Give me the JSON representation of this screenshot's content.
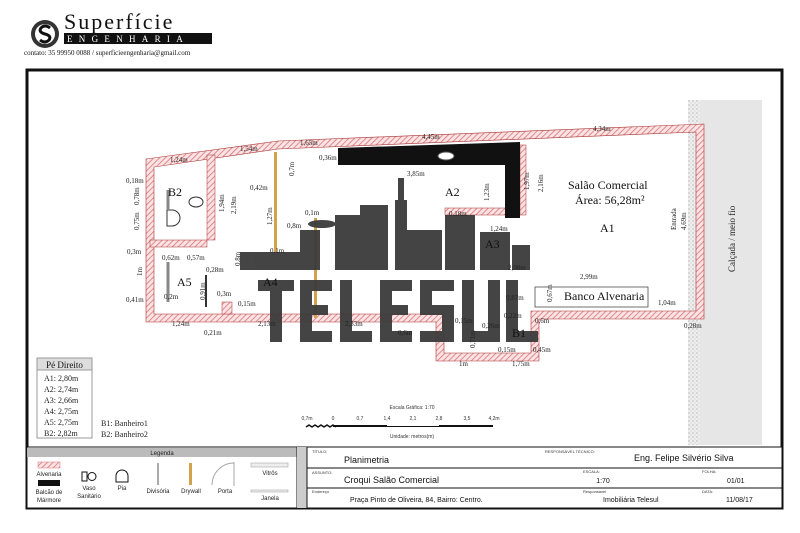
{
  "header": {
    "brand": "Superfície",
    "brand_sub": "ENGENHARIA",
    "contact": "contato: 35 99950 0088 / superficieengenharia@gmail.com"
  },
  "watermark": {
    "logo_text": "TELESUL"
  },
  "rooms": {
    "b2": "B2",
    "a2": "A2",
    "a5": "A5",
    "a4": "A4",
    "a3": "A3",
    "a1": "A1",
    "b1": "B1",
    "salao_title": "Salão Comercial",
    "salao_area": "Área: 56,28m²",
    "banco": "Banco Alvenaria",
    "calcada": "Calçada  /  meio fio",
    "entrada": "Entrada"
  },
  "dims": [
    "1,24m",
    "1,54m",
    "1,65m",
    "4,45m",
    "4,34m",
    "0,18m",
    "0,78m",
    "0,75m",
    "0,3m",
    "1m",
    "0,41m",
    "1,24m",
    "0,21m",
    "2,13m",
    "2,33m",
    "0,6m",
    "0,36m",
    "3,85m",
    "0,42m",
    "1,94m",
    "2,19m",
    "1,27m",
    "0,7m",
    "0,1m",
    "0,8m",
    "0,1m",
    "0,8m",
    "0,62m",
    "0,57m",
    "0,28m",
    "0,91m",
    "0,3m",
    "0,2m",
    "0,15m",
    "1,23m",
    "0,18m",
    "1,97m",
    "2,16m",
    "1,24m",
    "2,08m",
    "2,99m",
    "0,67m",
    "0,87m",
    "0,22m",
    "0,6m",
    "0,15m",
    "0,26m",
    "0,71m",
    "0,15m",
    "0,45m",
    "1m",
    "1,75m",
    "1,04m",
    "0,28m",
    "4,69m"
  ],
  "pe_direito": {
    "title": "Pé Direito",
    "items": [
      "A1: 2,80m",
      "A2: 2,74m",
      "A3: 2,66m",
      "A4: 2,75m",
      "A5: 2,75m",
      "B2: 2,82m"
    ]
  },
  "bathrooms": [
    "B1: Banheiro1",
    "B2: Banheiro2"
  ],
  "scale_bar": {
    "title": "Escala Gráfica: 1:70",
    "ticks": [
      "0,7m",
      "0",
      "0,7",
      "1,4",
      "2,1",
      "2,8",
      "3,5",
      "4,2m"
    ],
    "unit": "Unidade: metros(m)"
  },
  "legend": {
    "title": "Legenda",
    "items": [
      "Alvenaria",
      "Balcão de",
      "Mármore",
      "Vaso",
      "Sanitário",
      "Pia",
      "Divisória",
      "Drywall",
      "Porta",
      "Vitrôs",
      "Janela"
    ]
  },
  "title_block": {
    "titulo_label": "TÍTULO:",
    "titulo": "Planimetria",
    "resp_tec_label": "RESPONSÁVEL TÉCNICO:",
    "resp_tec": "Eng. Felipe Silvério Silva",
    "assunto_label": "ASSUNTO:",
    "assunto": "Croqui Salão Comercial",
    "escala_label": "ESCALA:",
    "escala": "1:70",
    "folha_label": "FOLHA:",
    "folha": "01/01",
    "endereco_label": "Endereço",
    "endereco": "Praça Pinto de Oliveira, 84, Bairro: Centro.",
    "responsavel_label": "Responsável",
    "responsavel": "Imobiliária Telesul",
    "data_label": "DATA:",
    "data": "11/08/17"
  },
  "colors": {
    "wall_hatch": "#d9747a",
    "wall_fill": "#fbe3e3",
    "drywall": "#d4a24c",
    "watermark": "#3b3b3b"
  }
}
